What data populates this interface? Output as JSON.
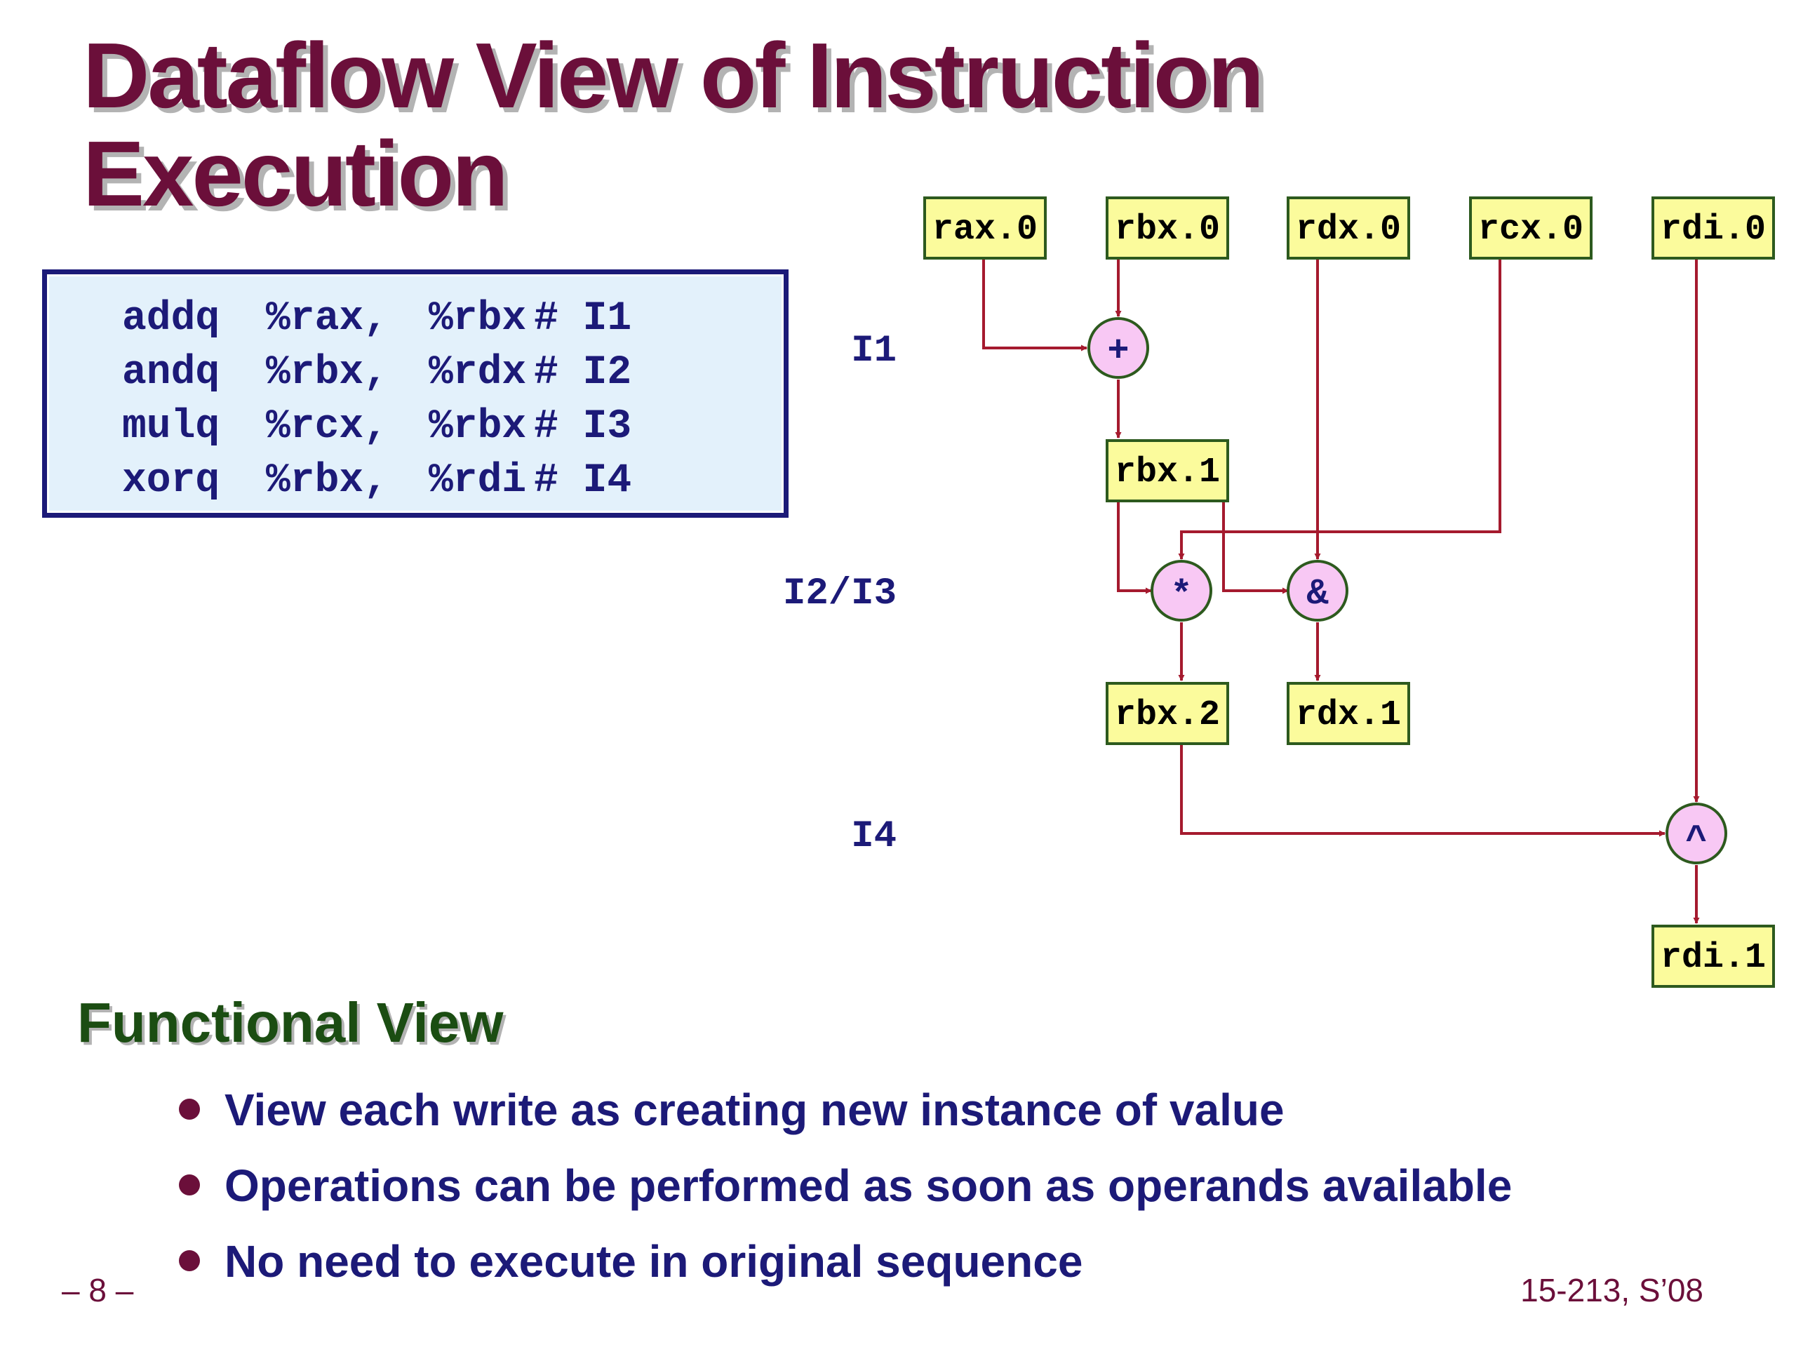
{
  "title": {
    "line1": "Dataflow View of Instruction",
    "line2": "Execution"
  },
  "code": [
    {
      "op": "addq",
      "src": "%rax,",
      "dst": "%rbx",
      "comment": "# I1"
    },
    {
      "op": "andq",
      "src": "%rbx,",
      "dst": "%rdx",
      "comment": "# I2"
    },
    {
      "op": "mulq",
      "src": "%rcx,",
      "dst": "%rbx",
      "comment": "# I3"
    },
    {
      "op": "xorq",
      "src": "%rbx,",
      "dst": "%rdi",
      "comment": "# I4"
    }
  ],
  "stages": [
    "I1",
    "I2/I3",
    "I4"
  ],
  "diagram": {
    "registers": {
      "rax0": "rax.0",
      "rbx0": "rbx.0",
      "rdx0": "rdx.0",
      "rcx0": "rcx.0",
      "rdi0": "rdi.0",
      "rbx1": "rbx.1",
      "rbx2": "rbx.2",
      "rdx1": "rdx.1",
      "rdi1": "rdi.1"
    },
    "operators": {
      "add": "+",
      "mul": "*",
      "and": "&",
      "xor": "^"
    }
  },
  "functional_view": {
    "heading": "Functional View",
    "bullets": [
      "View each write as creating new instance of value",
      "Operations can be performed as soon as operands available",
      "No need to execute in original sequence"
    ]
  },
  "footer": {
    "page": "– 8 –",
    "course": "15-213, S’08"
  },
  "colors": {
    "title": "#6b0f3a",
    "code_text": "#1c1a78",
    "code_bg": "#e3f1fb",
    "register_fill": "#fbfb9c",
    "register_border": "#2d5a1e",
    "operator_fill": "#f8c8f4",
    "arrow": "#a51a2e",
    "heading": "#1b4d12"
  }
}
